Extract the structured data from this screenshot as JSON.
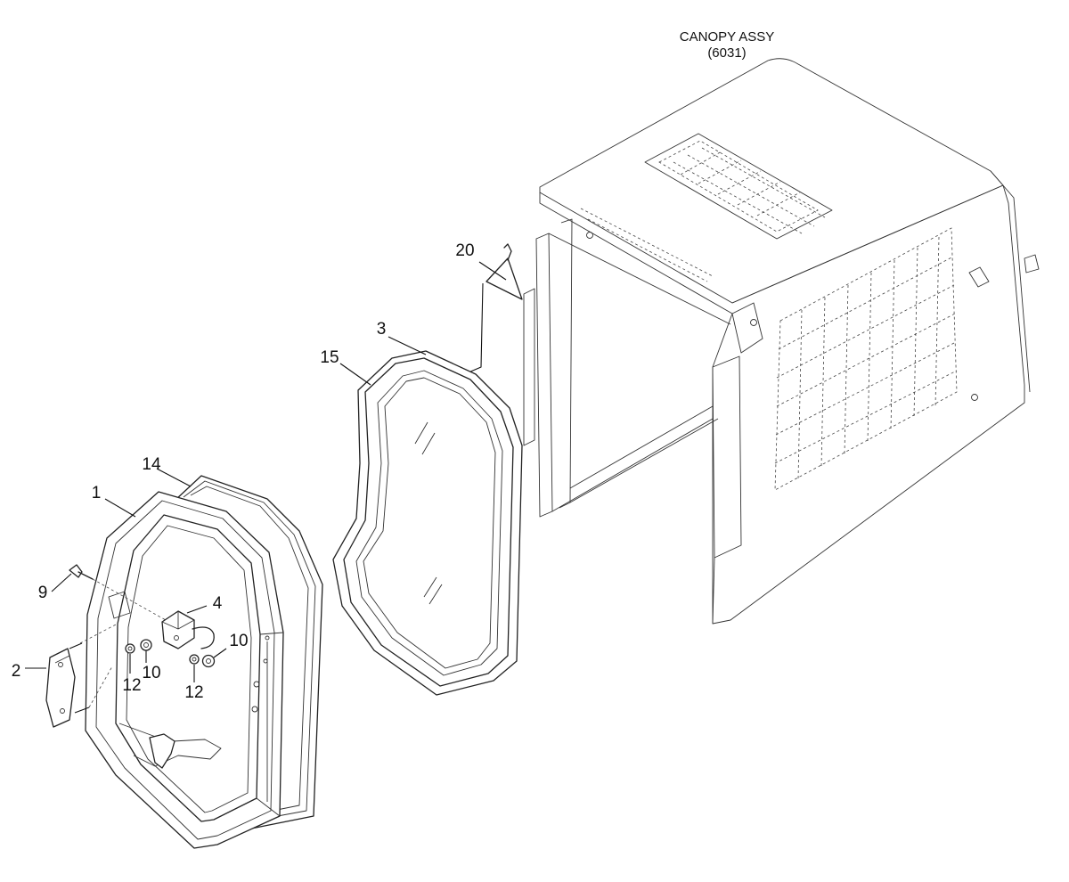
{
  "assembly": {
    "title": "CANOPY ASSY",
    "code": "(6031)"
  },
  "callouts": [
    {
      "id": "c20",
      "label": "20"
    },
    {
      "id": "c3",
      "label": "3"
    },
    {
      "id": "c15",
      "label": "15"
    },
    {
      "id": "c14",
      "label": "14"
    },
    {
      "id": "c1",
      "label": "1"
    },
    {
      "id": "c9",
      "label": "9"
    },
    {
      "id": "c4",
      "label": "4"
    },
    {
      "id": "c10a",
      "label": "10"
    },
    {
      "id": "c10b",
      "label": "10"
    },
    {
      "id": "c2",
      "label": "2"
    },
    {
      "id": "c12a",
      "label": "12"
    },
    {
      "id": "c12b",
      "label": "12"
    }
  ]
}
